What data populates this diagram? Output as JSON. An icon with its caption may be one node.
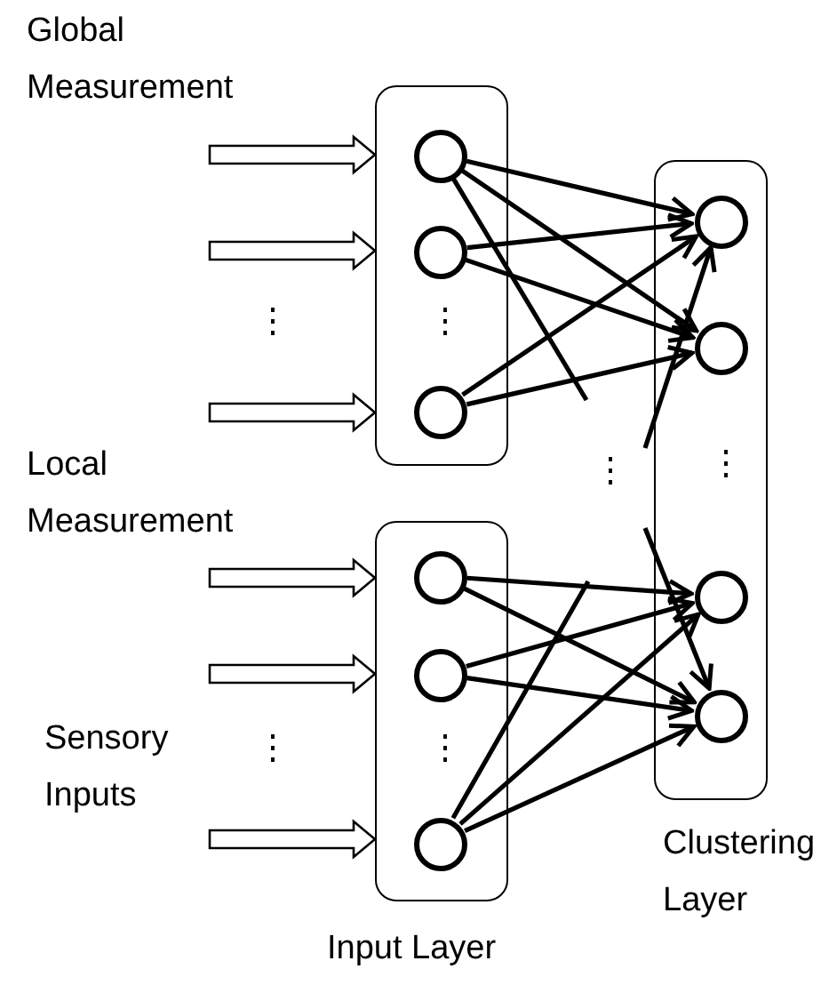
{
  "diagram": {
    "nodes": [
      {
        "text": [],
        "shape": "box"
      },
      {
        "text": [],
        "shape": "box",
        "beside": [
          "Input Layer"
        ]
      },
      {
        "text": [],
        "shape": "box",
        "beside": [
          "Clustering Layer"
        ]
      },
      {
        "text": [],
        "shape": "circle",
        "in": 0
      },
      {
        "text": [],
        "shape": "circle",
        "in": 0
      },
      {
        "text": [],
        "shape": "circle",
        "in": 0
      },
      {
        "text": [],
        "shape": "circle",
        "in": 1
      },
      {
        "text": [],
        "shape": "circle",
        "in": 1
      },
      {
        "text": [],
        "shape": "circle",
        "in": 1
      },
      {
        "text": [],
        "shape": "circle",
        "in": 2
      },
      {
        "text": [],
        "shape": "circle",
        "in": 2
      },
      {
        "text": [],
        "shape": "circle",
        "in": 2
      },
      {
        "text": [],
        "shape": "circle",
        "in": 2
      }
    ],
    "edges": [
      {
        "from": null,
        "to": 0,
        "arrow": "to",
        "style": "thick"
      },
      {
        "from": null,
        "to": 0,
        "arrow": "to",
        "style": "thick"
      },
      {
        "from": null,
        "to": 0,
        "arrow": "to",
        "style": "thick"
      },
      {
        "from": null,
        "to": 1,
        "arrow": "to",
        "style": "thick"
      },
      {
        "from": null,
        "to": 1,
        "arrow": "to",
        "style": "thick"
      },
      {
        "from": null,
        "to": 1,
        "arrow": "to",
        "style": "thick"
      },
      {
        "from": 3,
        "to": 9,
        "arrow": "to"
      },
      {
        "from": 3,
        "to": 10,
        "arrow": "to"
      },
      {
        "from": 3,
        "to": null,
        "arrow": "none"
      },
      {
        "from": 4,
        "to": 9,
        "arrow": "to"
      },
      {
        "from": 4,
        "to": 10,
        "arrow": "to"
      },
      {
        "from": 5,
        "to": 9,
        "arrow": "to"
      },
      {
        "from": 5,
        "to": 10,
        "arrow": "to"
      },
      {
        "from": null,
        "to": 9,
        "arrow": "to"
      },
      {
        "from": 6,
        "to": 11,
        "arrow": "to"
      },
      {
        "from": 6,
        "to": 12,
        "arrow": "to"
      },
      {
        "from": 7,
        "to": 11,
        "arrow": "to"
      },
      {
        "from": 7,
        "to": 12,
        "arrow": "to"
      },
      {
        "from": 8,
        "to": 11,
        "arrow": "to"
      },
      {
        "from": 8,
        "to": 12,
        "arrow": "to"
      },
      {
        "from": 8,
        "to": null,
        "arrow": "none"
      },
      {
        "from": null,
        "to": 12,
        "arrow": "to"
      }
    ],
    "labels": [
      "Global Measurement",
      "⋮",
      "⋮",
      "Local Measurement",
      "⋮",
      "⋮",
      "Sensory Inputs",
      "⋮",
      "⋮"
    ]
  }
}
